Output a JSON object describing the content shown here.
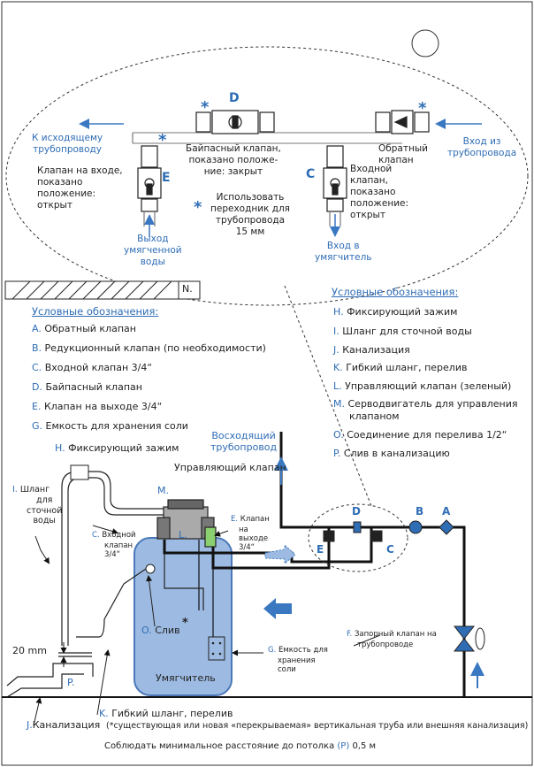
{
  "top_labels": {
    "outlet_pipe": [
      "К исходящему",
      "трубопроводу"
    ],
    "bypass_valve": [
      "Байпасный клапан,",
      "показано положе-",
      "ние: закрыт"
    ],
    "check_valve": [
      "Обратный",
      "клапан"
    ],
    "inlet_pipe": [
      "Вход из",
      "трубопровода"
    ],
    "inlet_valve_open": [
      "Клапан на входе,",
      "показано",
      "положение:",
      "открыт"
    ],
    "adapter_note": [
      "Использовать",
      "переходник для",
      "трубопровода",
      "15 мм"
    ],
    "softener_inlet_valve": [
      "Входной",
      "клапан,",
      "показано",
      "положение:",
      "открыт"
    ],
    "softened_outlet": [
      "Выход",
      "умягченной",
      "воды"
    ],
    "softener_inlet": [
      "Вход в",
      "умягчитель"
    ],
    "letter_D": "D",
    "letter_E": "E",
    "letter_C": "C"
  },
  "left_legend": {
    "title": "Условные обозначения:",
    "items": [
      {
        "key": "A.",
        "text": "Обратный клапан"
      },
      {
        "key": "B.",
        "text": "Редукционный клапан (по необходимости)"
      },
      {
        "key": "C.",
        "text": "Входной клапан 3/4“"
      },
      {
        "key": "D.",
        "text": "Байпасный клапан"
      },
      {
        "key": "E.",
        "text": "Клапан на выходе 3/4“"
      },
      {
        "key": "G.",
        "text": "Емкость для хранения соли"
      }
    ]
  },
  "right_legend": {
    "title": "Условные обозначения:",
    "items": [
      {
        "key": "H.",
        "text": [
          "Фиксирующий зажим"
        ]
      },
      {
        "key": "I.",
        "text": [
          "Шланг для сточной воды"
        ]
      },
      {
        "key": "J.",
        "text": [
          "Канализация"
        ]
      },
      {
        "key": "K.",
        "text": [
          "Гибкий шланг, перелив"
        ]
      },
      {
        "key": "L.",
        "text": [
          "Управляющий клапан (зеленый)"
        ]
      },
      {
        "key": "M.",
        "text": [
          "Серводвигатель для  управления",
          "клапаном"
        ]
      },
      {
        "key": "O.",
        "text": [
          "Соединение для перелива 1/2“"
        ]
      },
      {
        "key": "P.",
        "text": [
          "Слив в канализацию"
        ]
      }
    ]
  },
  "diagram_labels": {
    "N": "N.",
    "H_clamp": "Фиксирующий зажим",
    "H_key": "H.",
    "rising_pipe": [
      "Восходящий",
      "трубопровод"
    ],
    "control_valve": "Управляющий клапан",
    "M": "M.",
    "I_key": "I.",
    "I_text": [
      "Шланг",
      "для",
      "сточной",
      "воды"
    ],
    "C_key": "C.",
    "C_text": [
      "Входной",
      "клапан",
      "3/4“"
    ],
    "L": "L.",
    "E_key": "E.",
    "E_text": [
      "Клапан",
      "на",
      "выходе",
      "3/4“"
    ],
    "O_key": "O.",
    "O_text": "Слив",
    "softener": "Умягчитель",
    "G_key": "G.",
    "G_text": [
      "Емкость для",
      "хранения",
      "соли"
    ],
    "F_key": "F.",
    "F_text": [
      "Запорный клапан на",
      "трубопроводе"
    ],
    "mm20": "20 mm",
    "P": "P.",
    "D": "D",
    "B": "B",
    "A": "A",
    "E": "E",
    "C": "C"
  },
  "footer": {
    "J_key": "J.",
    "J_text": "Канализация",
    "K_key": "K.",
    "K_text": "Гибкий шланг, перелив",
    "note": "(*существующая или новая «перекрываемая» вертикальная труба или  внешняя канализация)",
    "min_distance_before": "Соблюдать минимальное расстояние до потолка",
    "min_distance_key": "(P)",
    "min_distance_after": "0,5 м"
  },
  "colors": {
    "blue_text": "#2f6db5",
    "tank_fill": "#9dbbe2",
    "tank_stroke": "#4a78b8",
    "arrow_blue": "#3a78c2",
    "pipe": "#111111"
  }
}
